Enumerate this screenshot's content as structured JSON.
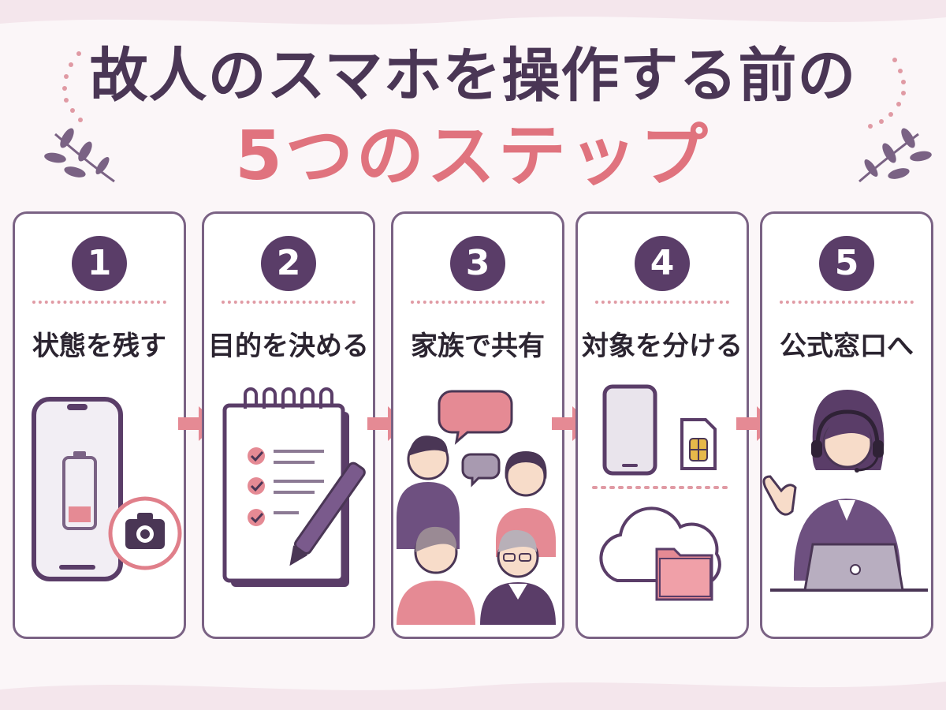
{
  "title": {
    "line1": "故人のスマホを操作する前の",
    "line2": "5つのステップ"
  },
  "colors": {
    "accent": "#e0737e",
    "primary": "#5a3d68",
    "border": "#7a6284"
  },
  "steps": [
    {
      "number": "1",
      "label": "状態を残す",
      "icon": "phone-battery-camera-icon"
    },
    {
      "number": "2",
      "label": "目的を決める",
      "icon": "checklist-notebook-icon"
    },
    {
      "number": "3",
      "label": "家族で共有",
      "icon": "family-discussion-icon"
    },
    {
      "number": "4",
      "label": "対象を分ける",
      "icon": "phone-sim-cloud-icon"
    },
    {
      "number": "5",
      "label": "公式窓口へ",
      "icon": "support-operator-icon"
    }
  ]
}
